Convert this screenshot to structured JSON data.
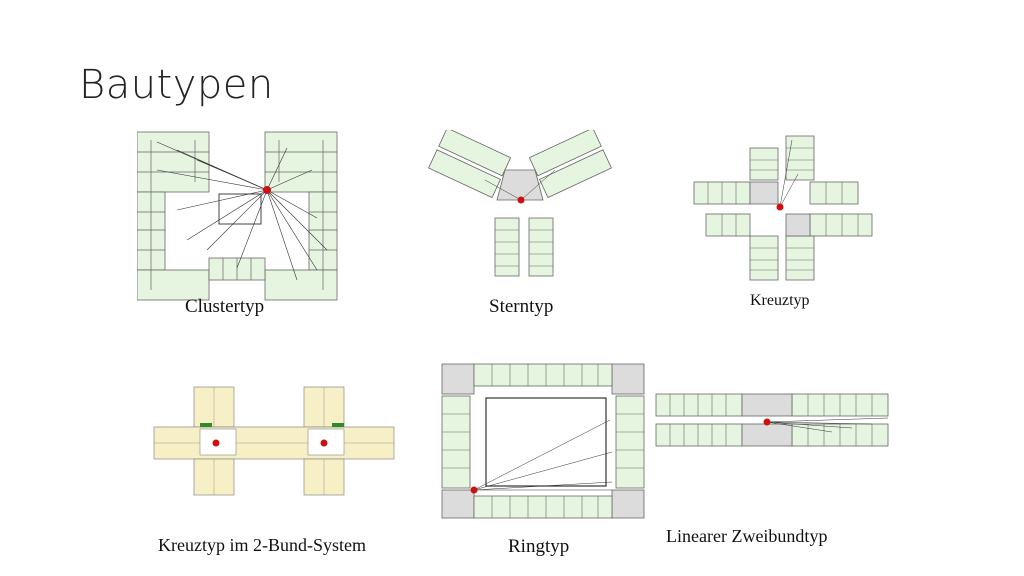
{
  "slide": {
    "title": "Bautypen"
  },
  "panels": {
    "cluster": {
      "caption": "Clustertyp"
    },
    "stern": {
      "caption": "Sterntyp"
    },
    "kreuz": {
      "caption": "Kreuztyp"
    },
    "kreuz2": {
      "caption": "Kreuztyp im 2-Bund-System"
    },
    "ring": {
      "caption": "Ringtyp"
    },
    "linear": {
      "caption": "Linearer Zweibundtyp"
    }
  },
  "colors": {
    "room": "#e6f5e0",
    "core": "#dcdcdc",
    "node": "#cc1111",
    "room2": "#f7f0c6"
  }
}
